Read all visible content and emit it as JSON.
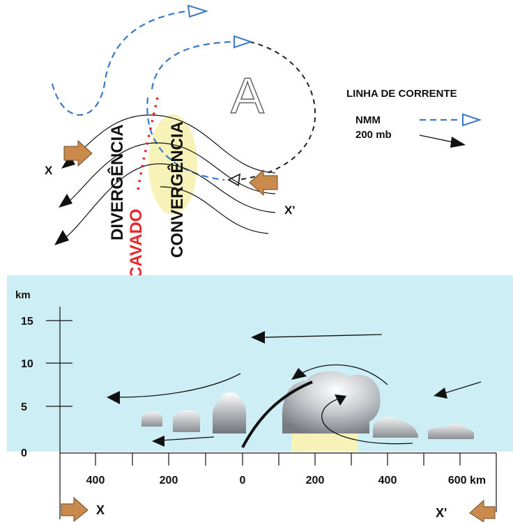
{
  "top_panel": {
    "high_pressure_label": "A",
    "divergence_label": "DIVERGÊNCIA",
    "convergence_label": "CONVERGÊNCIA",
    "trough_label": "CAVADO",
    "point_x_label": "X",
    "point_x_prime_label": "X'",
    "legend": {
      "title": "LINHA DE CORRENTE",
      "item_dashed_label": "NMM",
      "item_solid_label": "200 mb",
      "dashed_color": "#3a78c9",
      "solid_color": "#000000"
    },
    "trough_color": "#e8262a",
    "convergence_fill": "#f7f3b8"
  },
  "cross_section": {
    "background_color": "#cdeef5",
    "y_unit_label": "km",
    "y_ticks": [
      "15",
      "10",
      "5",
      "0"
    ],
    "x_ticks": [
      "400",
      "200",
      "0",
      "200",
      "400",
      "600 km"
    ],
    "x_end_label": "X",
    "x_prime_end_label": "X'",
    "wind_arrow_color": "#c98a4b"
  }
}
